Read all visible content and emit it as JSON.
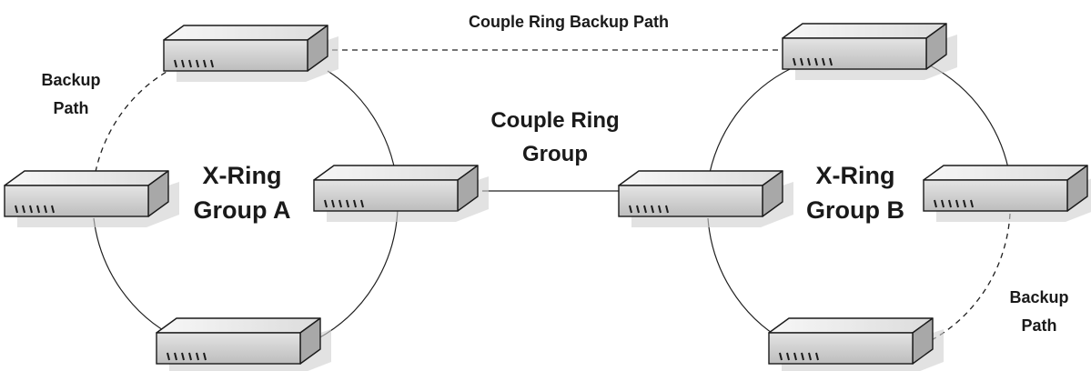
{
  "labels": {
    "couple_ring_backup_path": "Couple Ring Backup Path",
    "couple_ring_group_line1": "Couple Ring",
    "couple_ring_group_line2": "Group",
    "group_a_line1": "X-Ring",
    "group_a_line2": "Group A",
    "group_b_line1": "X-Ring",
    "group_b_line2": "Group B",
    "backup_path_a_line1": "Backup",
    "backup_path_a_line2": "Path",
    "backup_path_b_line1": "Backup",
    "backup_path_b_line2": "Path"
  },
  "colors": {
    "switch_top": "#efefef",
    "switch_front": "#d6d6d6",
    "switch_side": "#a9a9a9",
    "outline": "#1a1a1a",
    "shadow": "#c8c8c8"
  },
  "icons": {
    "switch": "network-switch-icon"
  }
}
